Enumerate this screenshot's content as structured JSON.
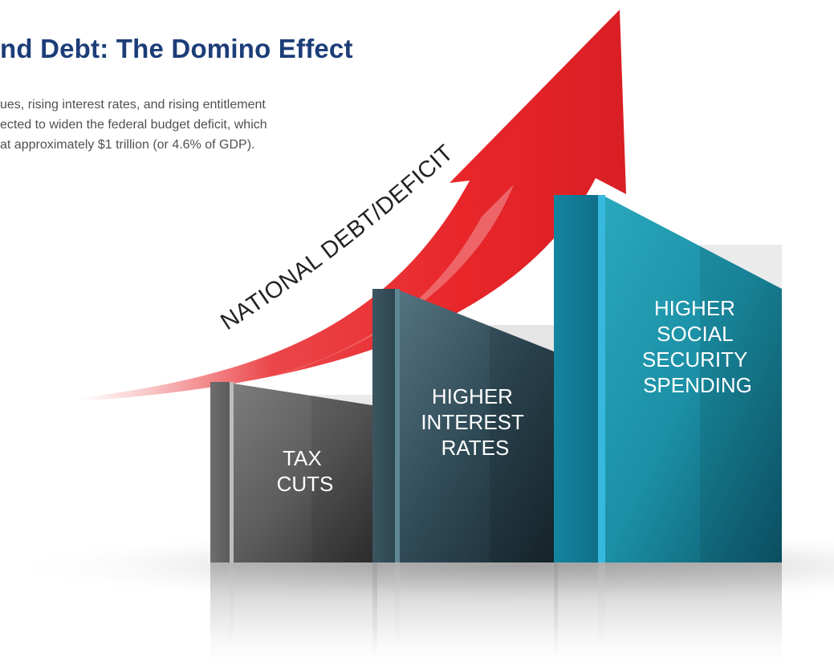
{
  "header": {
    "title": "nd Debt: The Domino Effect",
    "intro_lines": [
      "ues, rising interest rates, and rising entitlement",
      "ected to widen the federal budget deficit, which",
      "at approximately $1 trillion (or 4.6% of GDP)."
    ]
  },
  "arrow": {
    "label": "NATIONAL DEBT/DEFICIT",
    "color": "#e8262a"
  },
  "blocks": [
    {
      "id": "tax-cuts",
      "lines": [
        "TAX",
        "CUTS"
      ],
      "color": "#5d5d5d"
    },
    {
      "id": "higher-interest-rates",
      "lines": [
        "HIGHER",
        "INTEREST",
        "RATES"
      ],
      "color": "#2f4a56"
    },
    {
      "id": "higher-social-security-spending",
      "lines": [
        "HIGHER",
        "SOCIAL",
        "SECURITY",
        "SPENDING"
      ],
      "color": "#1b8fa5"
    }
  ]
}
